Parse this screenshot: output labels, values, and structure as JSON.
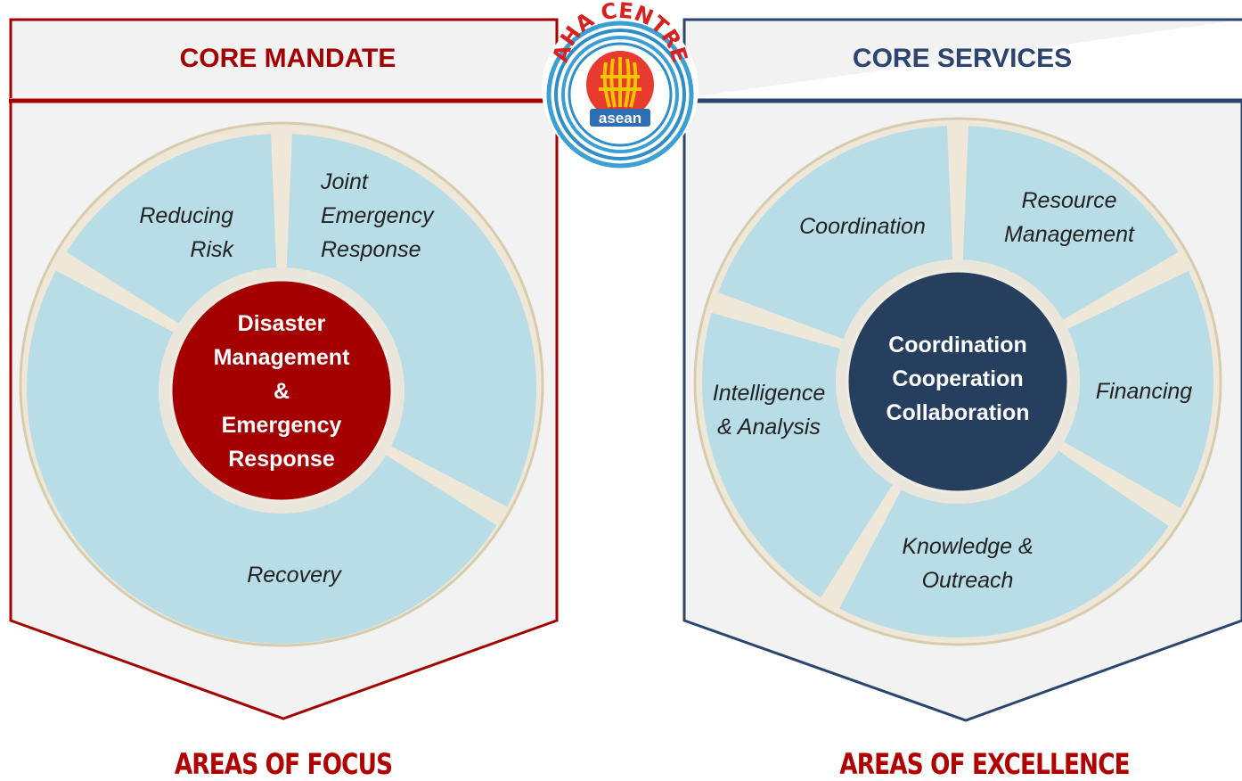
{
  "logo": {
    "arc_text": "AHA CENTRE",
    "emblem_text": "asean"
  },
  "left_panel": {
    "title": "CORE MANDATE",
    "center_lines": [
      "Disaster",
      "Management",
      "&",
      "Emergency",
      "Response"
    ],
    "segments": [
      {
        "lines": [
          "Reducing",
          "Risk"
        ]
      },
      {
        "lines": [
          "Joint",
          "Emergency",
          "Response"
        ]
      },
      {
        "lines": [
          "Recovery"
        ]
      }
    ],
    "footer": "AREAS OF FOCUS"
  },
  "right_panel": {
    "title": "CORE SERVICES",
    "center_lines": [
      "Coordination",
      "Cooperation",
      "Collaboration"
    ],
    "segments": [
      {
        "lines": [
          "Coordination"
        ]
      },
      {
        "lines": [
          "Resource",
          "Management"
        ]
      },
      {
        "lines": [
          "Financing"
        ]
      },
      {
        "lines": [
          "Knowledge &",
          "Outreach"
        ]
      },
      {
        "lines": [
          "Intelligence",
          "& Analysis"
        ]
      }
    ],
    "footer": "AREAS OF EXCELLENCE"
  },
  "colors": {
    "left_accent": "#a50000",
    "right_accent": "#2b4570",
    "segment_fill": "#b8dde7",
    "panel_fill": "#f2f2f2",
    "center_right": "#263f5f"
  }
}
